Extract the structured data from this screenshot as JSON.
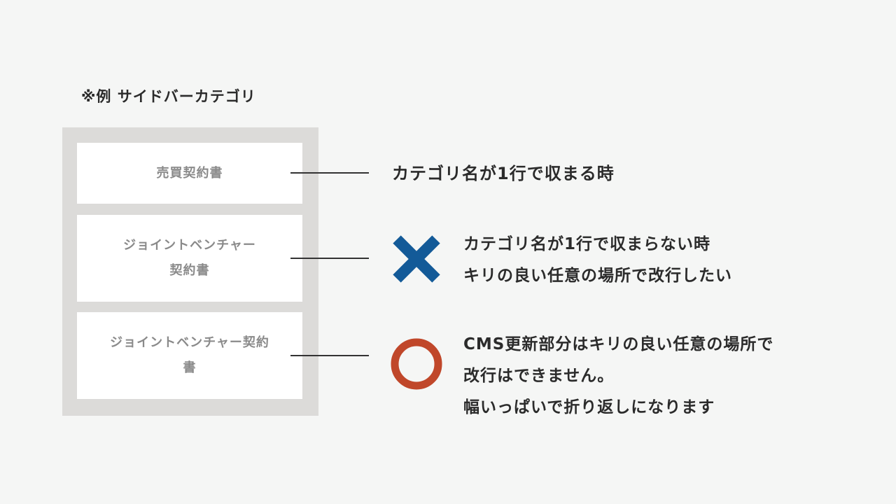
{
  "caption": "※例 サイドバーカテゴリ",
  "categories": [
    {
      "lines": [
        "売買契約書"
      ]
    },
    {
      "lines": [
        "ジョイントベンチャー",
        "契約書"
      ]
    },
    {
      "lines": [
        "ジョイントベンチャー契約",
        "書"
      ]
    }
  ],
  "labels": {
    "fits_one_line": [
      "カテゴリ名が1行で収まる時"
    ],
    "not_fit": [
      "カテゴリ名が1行で収まらない時",
      "キリの良い任意の場所で改行したい"
    ],
    "cms_note": [
      "CMS更新部分はキリの良い任意の場所で",
      "改行はできません。",
      "幅いっぱいで折り返しになります"
    ]
  },
  "marks": {
    "cross": {
      "icon": "cross-icon",
      "color": "#135a98"
    },
    "circle": {
      "icon": "circle-icon",
      "color": "#c0472a"
    }
  }
}
